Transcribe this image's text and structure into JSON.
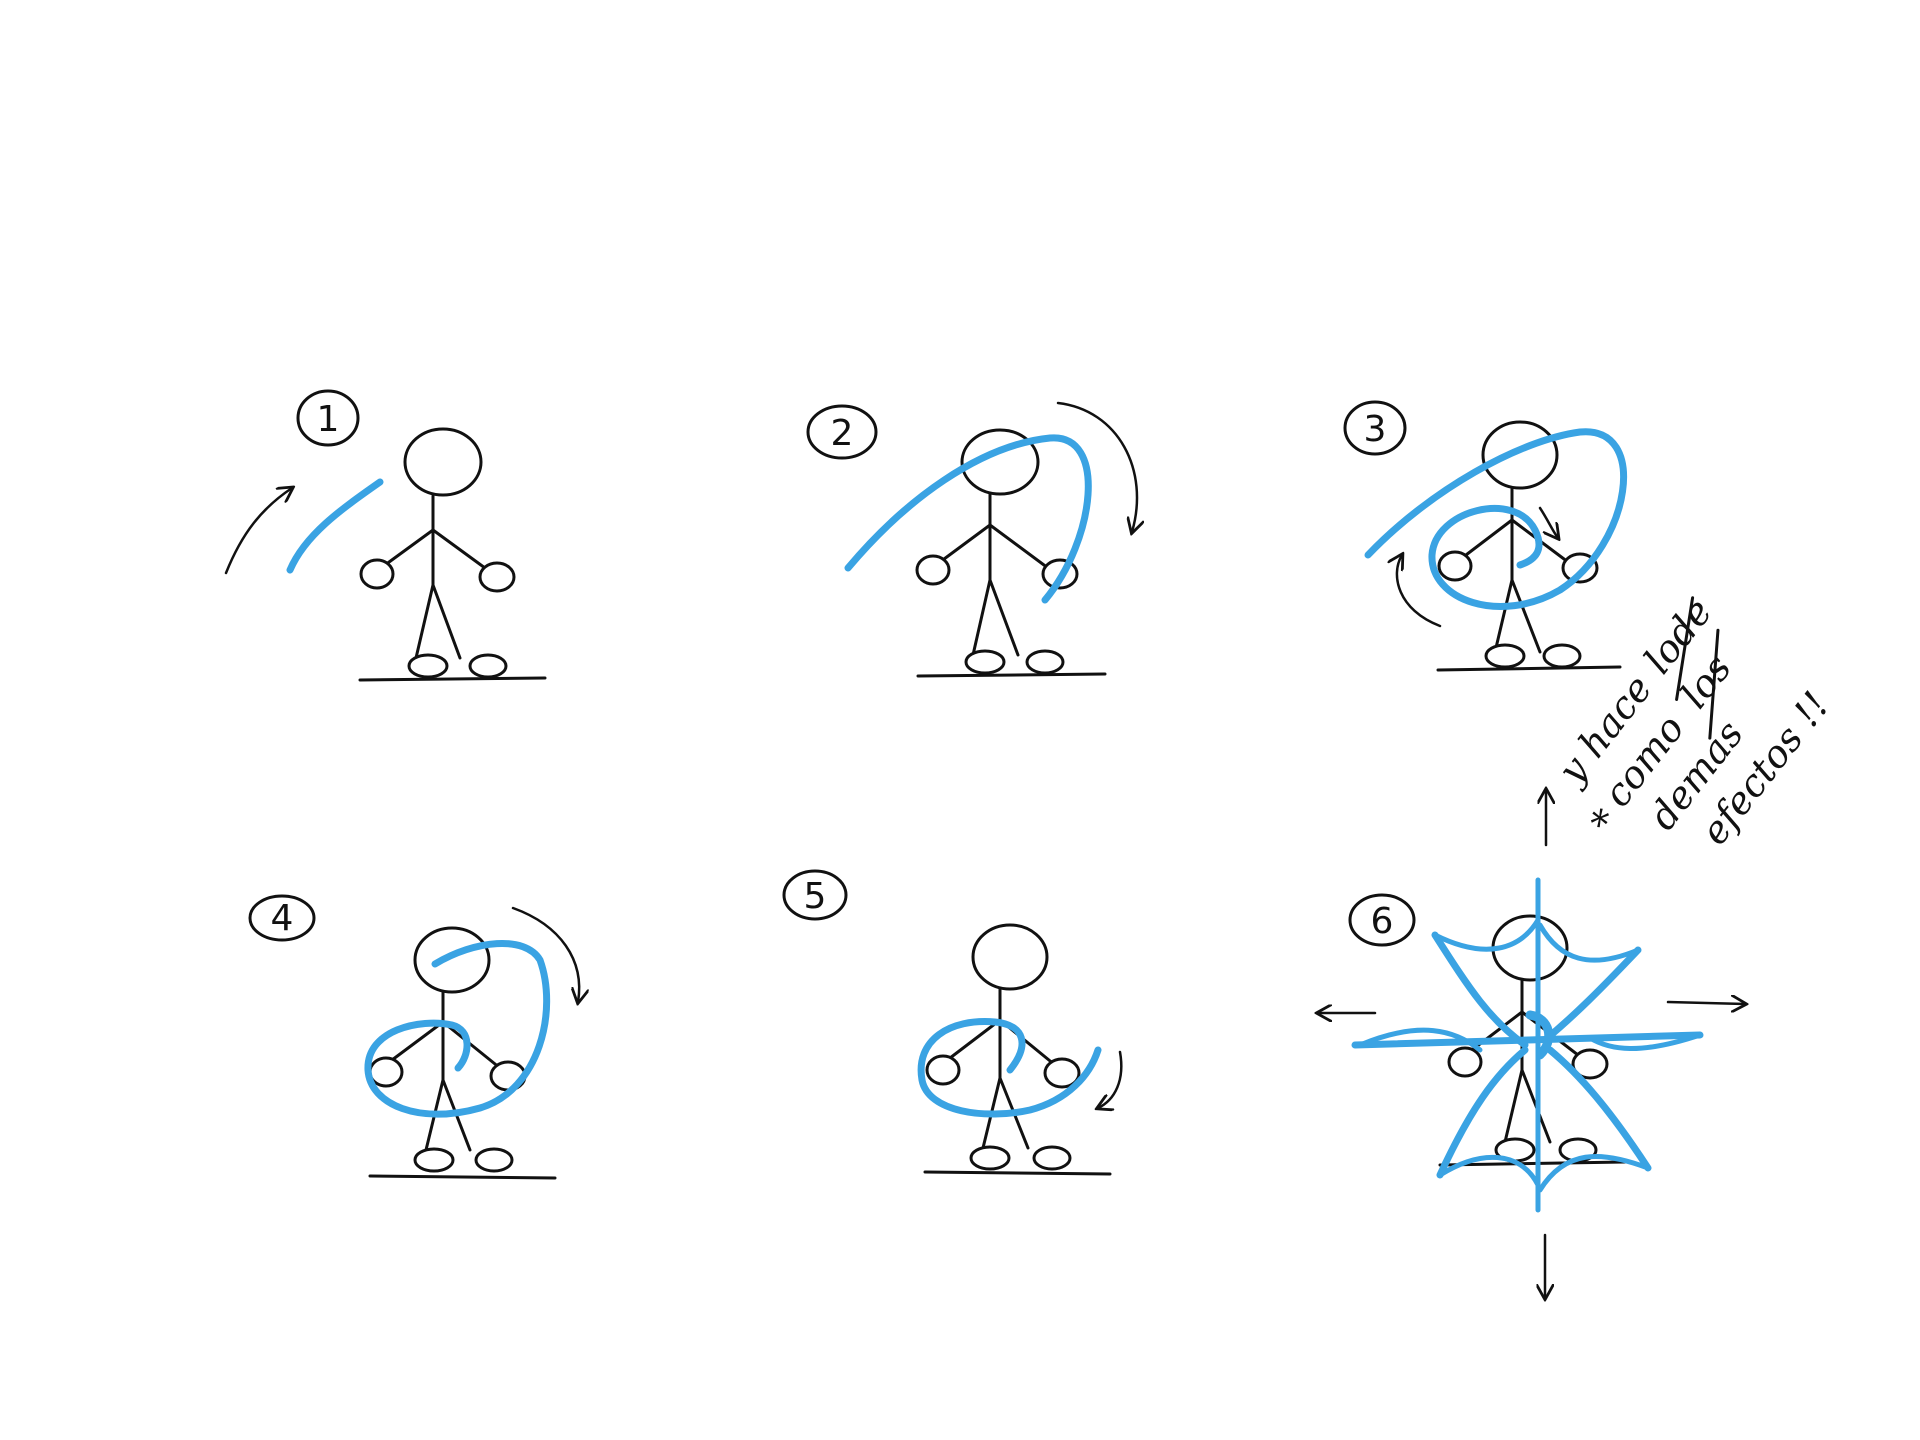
{
  "colors": {
    "background": "#ffffff",
    "ink": "#111111",
    "effect": "#3aa3e3"
  },
  "steps": [
    {
      "number": "1"
    },
    {
      "number": "2"
    },
    {
      "number": "3"
    },
    {
      "number": "4"
    },
    {
      "number": "5"
    },
    {
      "number": "6"
    }
  ],
  "note": {
    "lines": [
      "y hace",
      "como",
      "demas",
      "efectos !!"
    ],
    "struck_words": [
      "lode",
      "los"
    ],
    "asterisk": "*"
  }
}
